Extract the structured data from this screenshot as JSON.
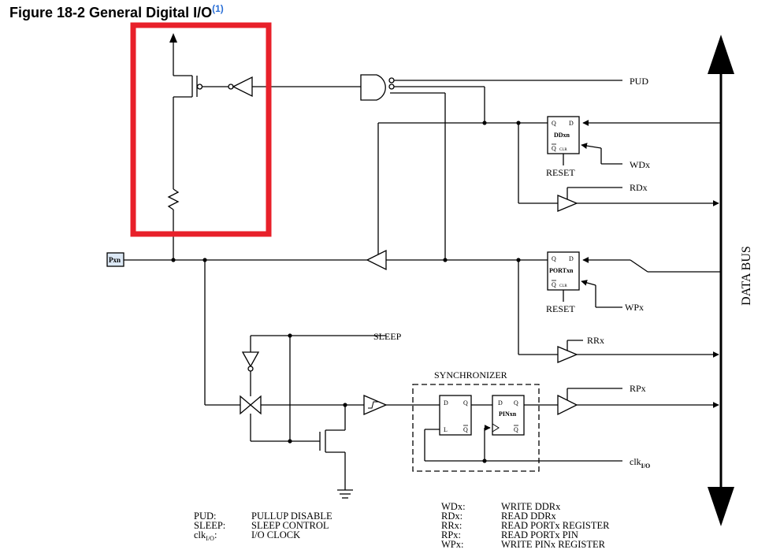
{
  "figure": {
    "caption": "Figure 18-2  General Digital I/O",
    "footnote_ref": "(1)"
  },
  "pins": {
    "pxn": "Pxn"
  },
  "signals": {
    "pud": "PUD",
    "wdx": "WDx",
    "rdx": "RDx",
    "wpx": "WPx",
    "rrx": "RRx",
    "rpx": "RPx",
    "sleep": "SLEEP",
    "clk_main": "clk",
    "clk_sub": "I/O"
  },
  "blocks": {
    "ddxn": {
      "name": "DDxn",
      "q": "Q",
      "d": "D",
      "qbar": "Q",
      "clr": "CLR",
      "reset": "RESET"
    },
    "portxn": {
      "name": "PORTxn",
      "q": "Q",
      "d": "D",
      "qbar": "Q",
      "clr": "CLR",
      "reset": "RESET"
    },
    "sync_latch": {
      "d": "D",
      "q": "Q",
      "l": "L",
      "qbar": "Q"
    },
    "pinxn": {
      "name": "PINxn",
      "d": "D",
      "q": "Q",
      "qbar": "Q"
    },
    "synchronizer": "SYNCHRONIZER",
    "data_bus": "DATA BUS"
  },
  "legend_left": [
    {
      "abbr": "PUD:",
      "desc": "PULLUP DISABLE"
    },
    {
      "abbr": "SLEEP:",
      "desc": "SLEEP CONTROL"
    },
    {
      "abbr": "clk",
      "sub": "I/O",
      "colon": ":",
      "desc": "I/O CLOCK"
    }
  ],
  "legend_right": [
    {
      "abbr": "WDx:",
      "desc": "WRITE DDRx"
    },
    {
      "abbr": "RDx:",
      "desc": "READ DDRx"
    },
    {
      "abbr": "RRx:",
      "desc": "READ PORTx REGISTER"
    },
    {
      "abbr": "RPx:",
      "desc": "READ PORTx PIN"
    },
    {
      "abbr": "WPx:",
      "desc": "WRITE PINx REGISTER"
    }
  ],
  "colors": {
    "highlight": "#e8202a",
    "footnote": "#2a6fd6",
    "pin_box": "#dce8f5"
  }
}
